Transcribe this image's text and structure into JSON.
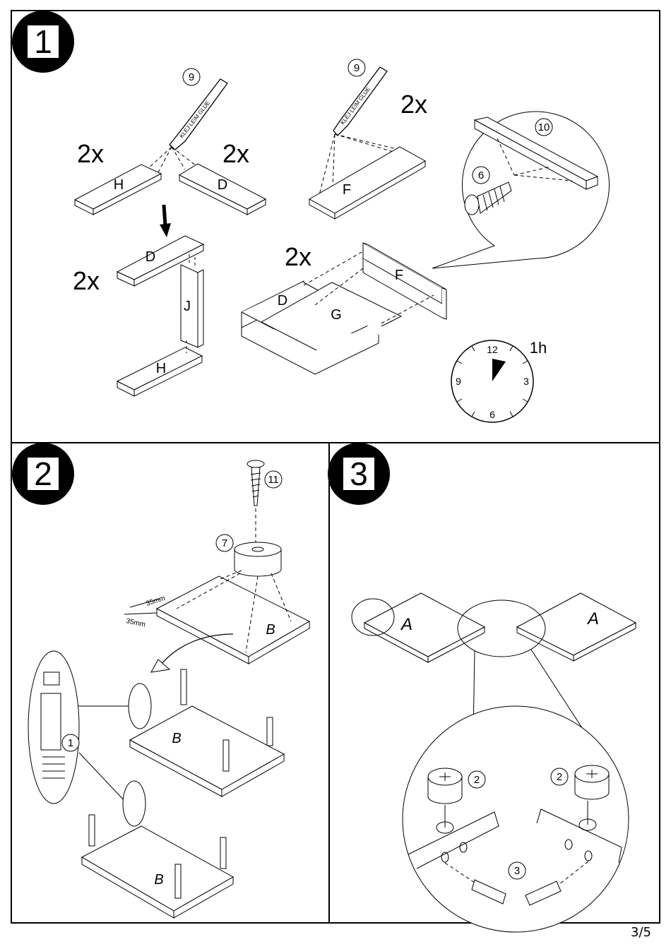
{
  "page": {
    "number": "3/5"
  },
  "steps": [
    {
      "number": "1",
      "glue_label": "KLEJ LEIM GLUE",
      "quantities": [
        "2x",
        "2x",
        "2x",
        "2x",
        "2x"
      ],
      "parts": {
        "h": "H",
        "d": "D",
        "f": "F",
        "j": "J",
        "g": "G"
      },
      "callouts": {
        "glue": "9",
        "rail": "10",
        "screw": "6"
      },
      "clock": {
        "t12": "12",
        "t3": "3",
        "t6": "6",
        "t9": "9",
        "duration": "1h"
      }
    },
    {
      "number": "2",
      "callouts": {
        "screw": "11",
        "foot": "7",
        "cam_bolt": "1"
      },
      "dims": [
        "35mm",
        "35mm"
      ],
      "parts": {
        "b": "B"
      }
    },
    {
      "number": "3",
      "callouts": {
        "cam_left": "2",
        "cam_right": "2",
        "dowel": "3"
      },
      "parts": {
        "a": "A"
      }
    }
  ]
}
